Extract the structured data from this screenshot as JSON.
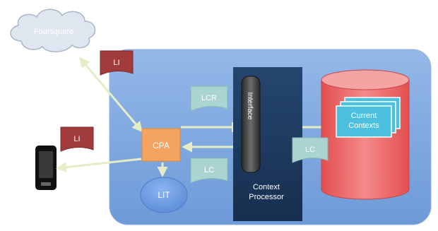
{
  "nodes": {
    "foursquare": "Foursquare",
    "interface": "Interface",
    "context_processor": [
      "Context",
      "Processor"
    ],
    "cpa": "CPA",
    "lit": "LIT",
    "current_contexts": [
      "Current",
      "Contexts"
    ]
  },
  "flags": {
    "li_top": "LI",
    "li_left": "LI",
    "lcr": "LCR",
    "lc_middle": "LC",
    "lc_right": "LC"
  },
  "icons": {
    "phone": "mobile-phone-icon",
    "cloud": "cloud-icon",
    "database": "database-cylinder-icon"
  },
  "colors": {
    "background_panel": "#7fa9e0",
    "processor": "#1d3a5f",
    "cpa": "#f4a460",
    "lit": "#6f9de0",
    "database": "#f06b6b",
    "contexts": "#4bc1df",
    "flag_red": "#a23b3b",
    "flag_teal": "#a9d4d2",
    "arrow": "#e5edc8"
  }
}
